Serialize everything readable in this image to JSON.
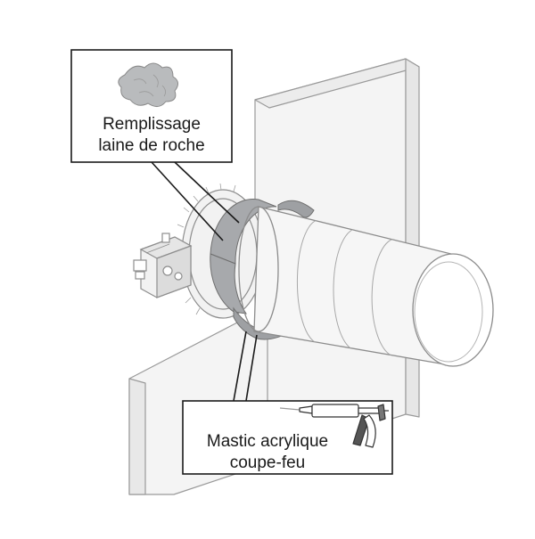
{
  "callouts": {
    "rock_wool": {
      "line1": "Remplissage",
      "line2": "laine de roche",
      "icon": "rock-wool-tuft-icon"
    },
    "mastic": {
      "line1": "Mastic acrylique",
      "line2": "coupe-feu",
      "icon": "caulking-gun-icon"
    }
  },
  "colors": {
    "wall": "#f0f0f0",
    "outline": "#9a9a9a",
    "mastic_band": "#a7a9ac",
    "wool_tuft": "#b9bbbd",
    "ink": "#1a1a1a"
  }
}
